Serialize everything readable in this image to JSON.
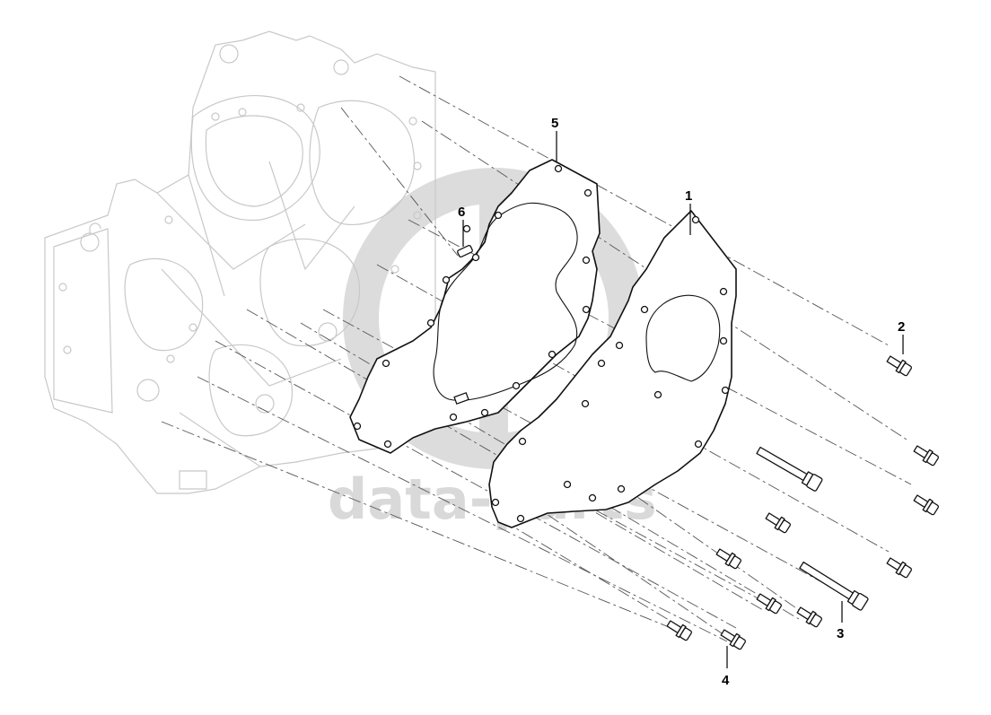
{
  "watermark": {
    "text": "data-parts",
    "color": "#d9d9d9"
  },
  "callouts": {
    "c1": "1",
    "c2": "2",
    "c3": "3",
    "c4": "4",
    "c5": "5",
    "c6": "6"
  },
  "icons": [
    "engine-housing-outline",
    "gasket",
    "cover-plate",
    "bolt",
    "dowel-pin"
  ]
}
